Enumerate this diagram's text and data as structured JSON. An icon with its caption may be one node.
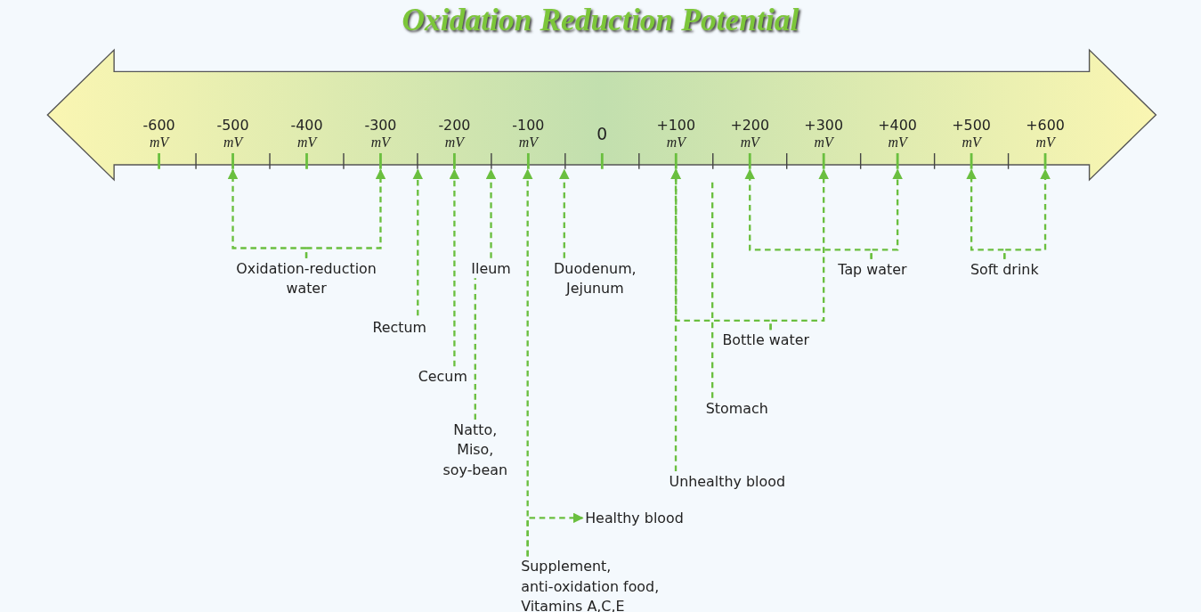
{
  "diagram": {
    "title": "Oxidation Reduction Potential",
    "nodes": [
      {
        "text": [
          "Oxidation-reduction water"
        ]
      },
      {
        "text": [
          "Ileum"
        ]
      },
      {
        "text": [
          "Duodenum, Jejunum"
        ]
      },
      {
        "text": [
          "Tap water"
        ]
      },
      {
        "text": [
          "Soft drink"
        ]
      },
      {
        "text": [
          "Rectum"
        ]
      },
      {
        "text": [
          "Bottle water"
        ]
      },
      {
        "text": [
          "Cecum"
        ]
      },
      {
        "text": [
          "Stomach"
        ]
      },
      {
        "text": [
          "Natto, Miso, soy-bean"
        ]
      },
      {
        "text": [
          "Unhealthy blood"
        ]
      },
      {
        "text": [
          "Healthy blood"
        ]
      },
      {
        "text": [
          "Supplement, anti-oxidation food, Vitamins A,C,E"
        ]
      },
      {
        "text": [],
        "shape": "bar"
      },
      {
        "text": [],
        "shape": "bar"
      },
      {
        "text": [],
        "shape": "bar"
      },
      {
        "text": [],
        "shape": "bar"
      },
      {
        "text": [],
        "shape": "bar"
      },
      {
        "text": [],
        "shape": "bar"
      },
      {
        "text": [],
        "shape": "bar"
      },
      {
        "text": [],
        "shape": "bar"
      },
      {
        "text": [],
        "shape": "bar"
      },
      {
        "text": [],
        "shape": "bar"
      },
      {
        "text": [],
        "shape": "bar"
      },
      {
        "text": [],
        "shape": "bar"
      },
      {
        "text": [],
        "shape": "bar"
      }
    ],
    "edges": [
      {
        "from": 0,
        "to": 13,
        "arrow": "to",
        "style": "dashed"
      },
      {
        "from": 0,
        "to": 14,
        "arrow": "to",
        "style": "dashed"
      },
      {
        "from": 5,
        "to": 15,
        "arrow": "to",
        "style": "dashed"
      },
      {
        "from": 7,
        "to": 16,
        "arrow": "to",
        "style": "dashed"
      },
      {
        "from": 1,
        "to": 17,
        "arrow": "to",
        "style": "dashed"
      },
      {
        "from": 9,
        "to": 1,
        "arrow": "none",
        "style": "dashed"
      },
      {
        "from": 12,
        "to": 18,
        "arrow": "to",
        "style": "dashed"
      },
      {
        "from": 12,
        "to": 11,
        "arrow": "to",
        "style": "dashed"
      },
      {
        "from": 2,
        "to": 19,
        "arrow": "to",
        "style": "dashed"
      },
      {
        "from": 10,
        "to": 20,
        "arrow": "to",
        "style": "dashed"
      },
      {
        "from": 8,
        "to": null,
        "arrow": "none",
        "style": "dashed"
      },
      {
        "from": 6,
        "to": 20,
        "arrow": "to",
        "style": "dashed"
      },
      {
        "from": 6,
        "to": 22,
        "arrow": "to",
        "style": "dashed"
      },
      {
        "from": 3,
        "to": 21,
        "arrow": "to",
        "style": "dashed"
      },
      {
        "from": 3,
        "to": 23,
        "arrow": "to",
        "style": "dashed"
      },
      {
        "from": 4,
        "to": 24,
        "arrow": "to",
        "style": "dashed"
      },
      {
        "from": 4,
        "to": 25,
        "arrow": "to",
        "style": "dashed"
      }
    ],
    "labels": [
      "-600",
      "mV",
      "-500",
      "mV",
      "-400",
      "mV",
      "-300",
      "mV",
      "-200",
      "mV",
      "-100",
      "mV",
      "0",
      "+100",
      "mV",
      "+200",
      "mV",
      "+300",
      "mV",
      "+400",
      "mV",
      "+500",
      "mV",
      "+600",
      "mV"
    ]
  }
}
